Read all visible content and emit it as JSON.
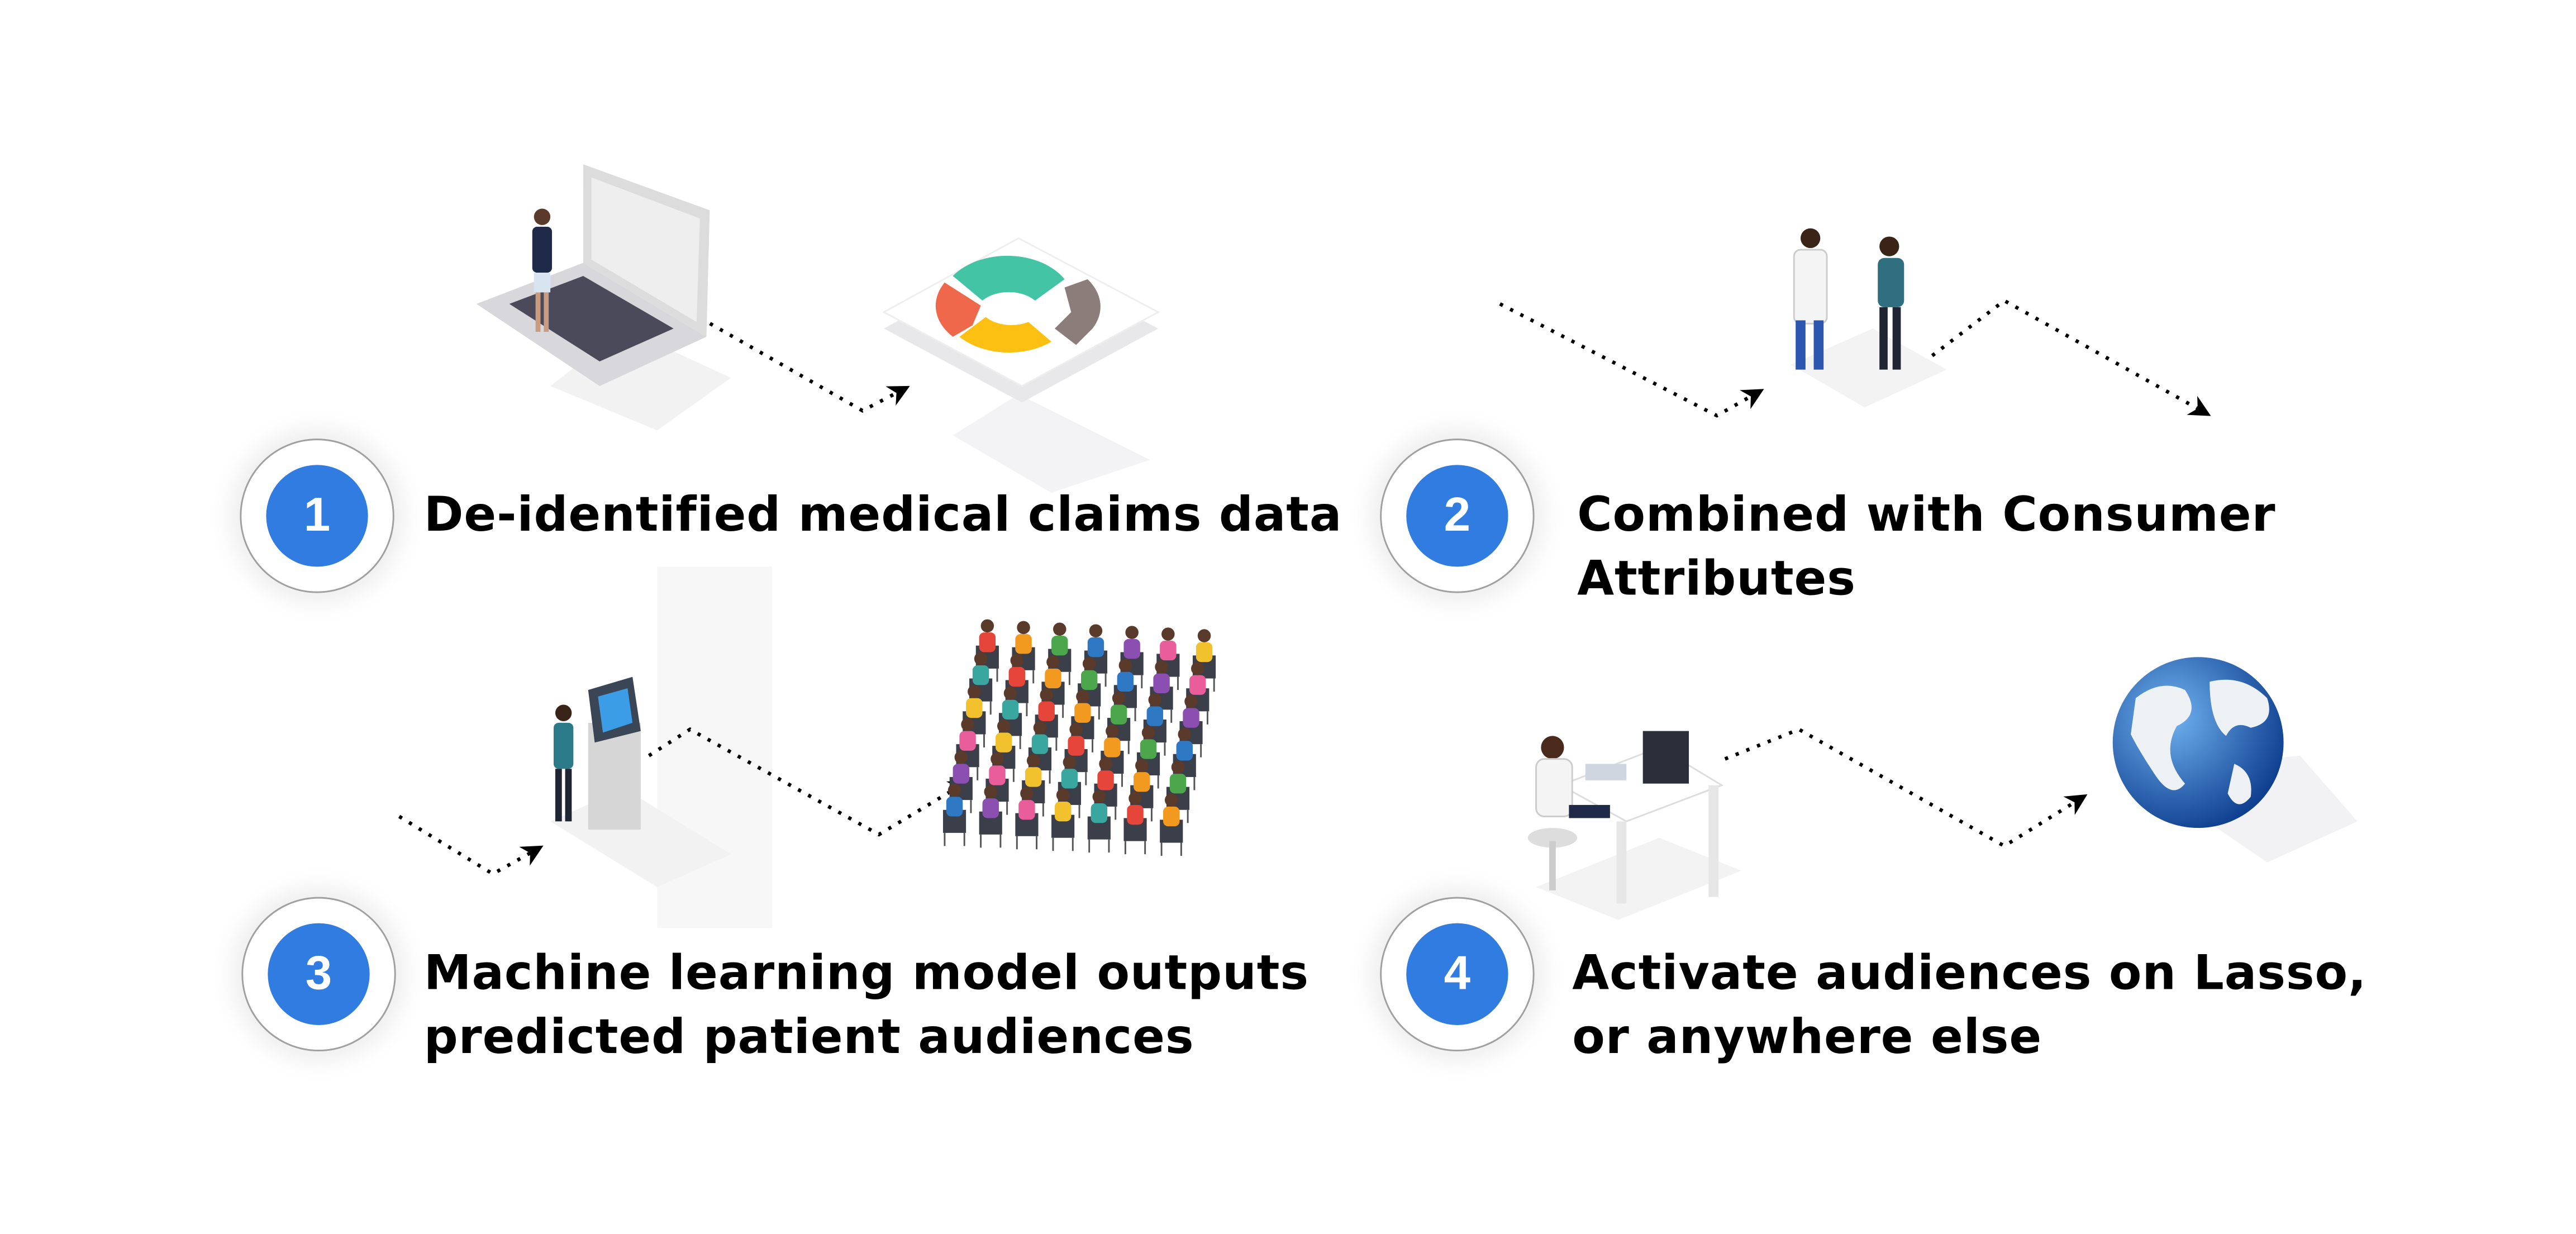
{
  "steps": [
    {
      "number": "1",
      "text": "De-identified medical claims data"
    },
    {
      "number": "2",
      "text_lines": [
        "Combined with Consumer",
        "Attributes"
      ]
    },
    {
      "number": "3",
      "text_lines": [
        "Machine learning model outputs",
        "predicted patient audiences"
      ]
    },
    {
      "number": "4",
      "text_lines": [
        "Activate audiences on Lasso,",
        "or anywhere else"
      ]
    }
  ],
  "colors": {
    "badge": "#317ce0",
    "text": "#000000",
    "teal": "#43c5a5",
    "orange": "#ef684b",
    "yellow": "#fcc012",
    "taupe": "#8b7d79",
    "globe": "#2a6fc9"
  }
}
